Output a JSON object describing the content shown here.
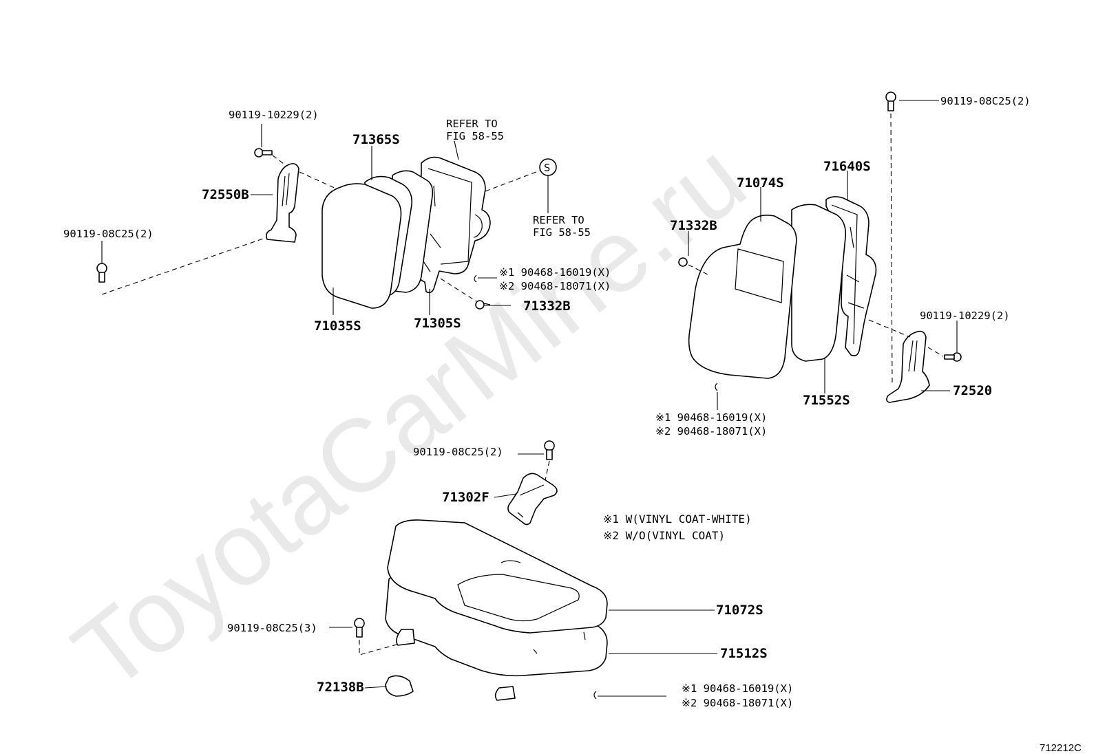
{
  "watermark": "ToyotaCarMine.ru",
  "diagram_code": "712212C",
  "callouts": {
    "bolt_upper_left": "90119-10229(2)",
    "bracket_left": "72550B",
    "bolt_left": "90119-08C25(2)",
    "pad_71365": "71365S",
    "refer_top_1": "REFER TO",
    "refer_top_2": "FIG 58-55",
    "s_marker": "S",
    "refer_right_1": "REFER TO",
    "refer_right_2": "FIG 58-55",
    "clip_left_1": "※1 90468-16019(X)",
    "clip_left_2": "※2 90468-18071(X)",
    "nut_left": "71332B",
    "back_cover_left": "71035S",
    "frame_left": "71305S",
    "bolt_top_right": "90119-08C25(2)",
    "frame_right": "71640S",
    "cover_right": "71074S",
    "nut_right": "71332B",
    "bolt_right": "90119-10229(2)",
    "bracket_right": "72520",
    "pad_right": "71552S",
    "clip_mid_1": "※1 90468-16019(X)",
    "clip_mid_2": "※2 90468-18071(X)",
    "bolt_center": "90119-08C25(2)",
    "hinge": "71302F",
    "note_1": "※1 W(VINYL COAT-WHITE)",
    "note_2": "※2 W/O(VINYL COAT)",
    "cushion_cover": "71072S",
    "cushion_pad": "71512S",
    "bolt_lower": "90119-08C25(3)",
    "cap": "72138B",
    "clip_bottom_1": "※1 90468-16019(X)",
    "clip_bottom_2": "※2 90468-18071(X)"
  }
}
